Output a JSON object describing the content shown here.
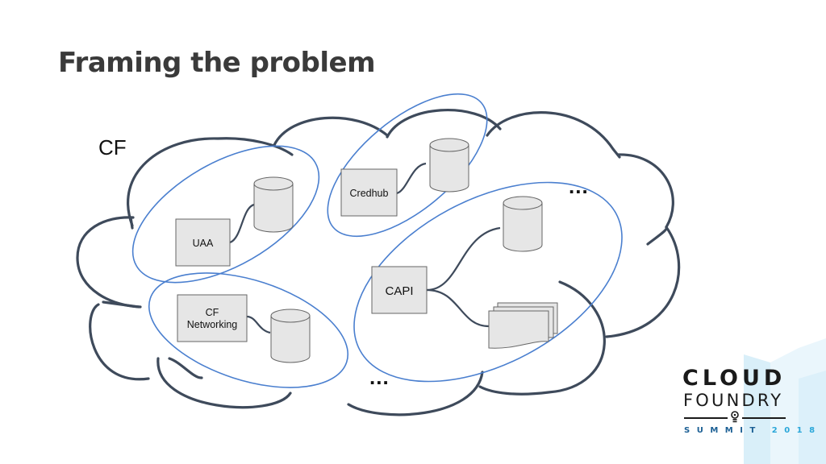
{
  "slide": {
    "title": "Framing the problem"
  },
  "diagram": {
    "container_label": "CF",
    "groups": [
      {
        "name": "uaa",
        "component": "UAA",
        "stores": [
          "database"
        ]
      },
      {
        "name": "credhub",
        "component": "Credhub",
        "stores": [
          "database"
        ]
      },
      {
        "name": "cf-networking",
        "component_lines": [
          "CF",
          "Networking"
        ],
        "stores": [
          "database"
        ]
      },
      {
        "name": "capi",
        "component": "CAPI",
        "stores": [
          "database",
          "blobstore"
        ]
      }
    ],
    "ellipsis_labels": [
      "...",
      "..."
    ],
    "colors": {
      "cloud_outline": "#3e4a5b",
      "group_outline": "#4a7fcf",
      "box_fill": "#e6e6e6"
    }
  },
  "branding": {
    "line1": "CLOUD",
    "line2": "FOUNDRY",
    "event": "SUMMIT",
    "year": "2018",
    "colors": {
      "event": "#1b5f94",
      "year": "#2ba7d9",
      "background_accent": "#d6eef8"
    }
  }
}
